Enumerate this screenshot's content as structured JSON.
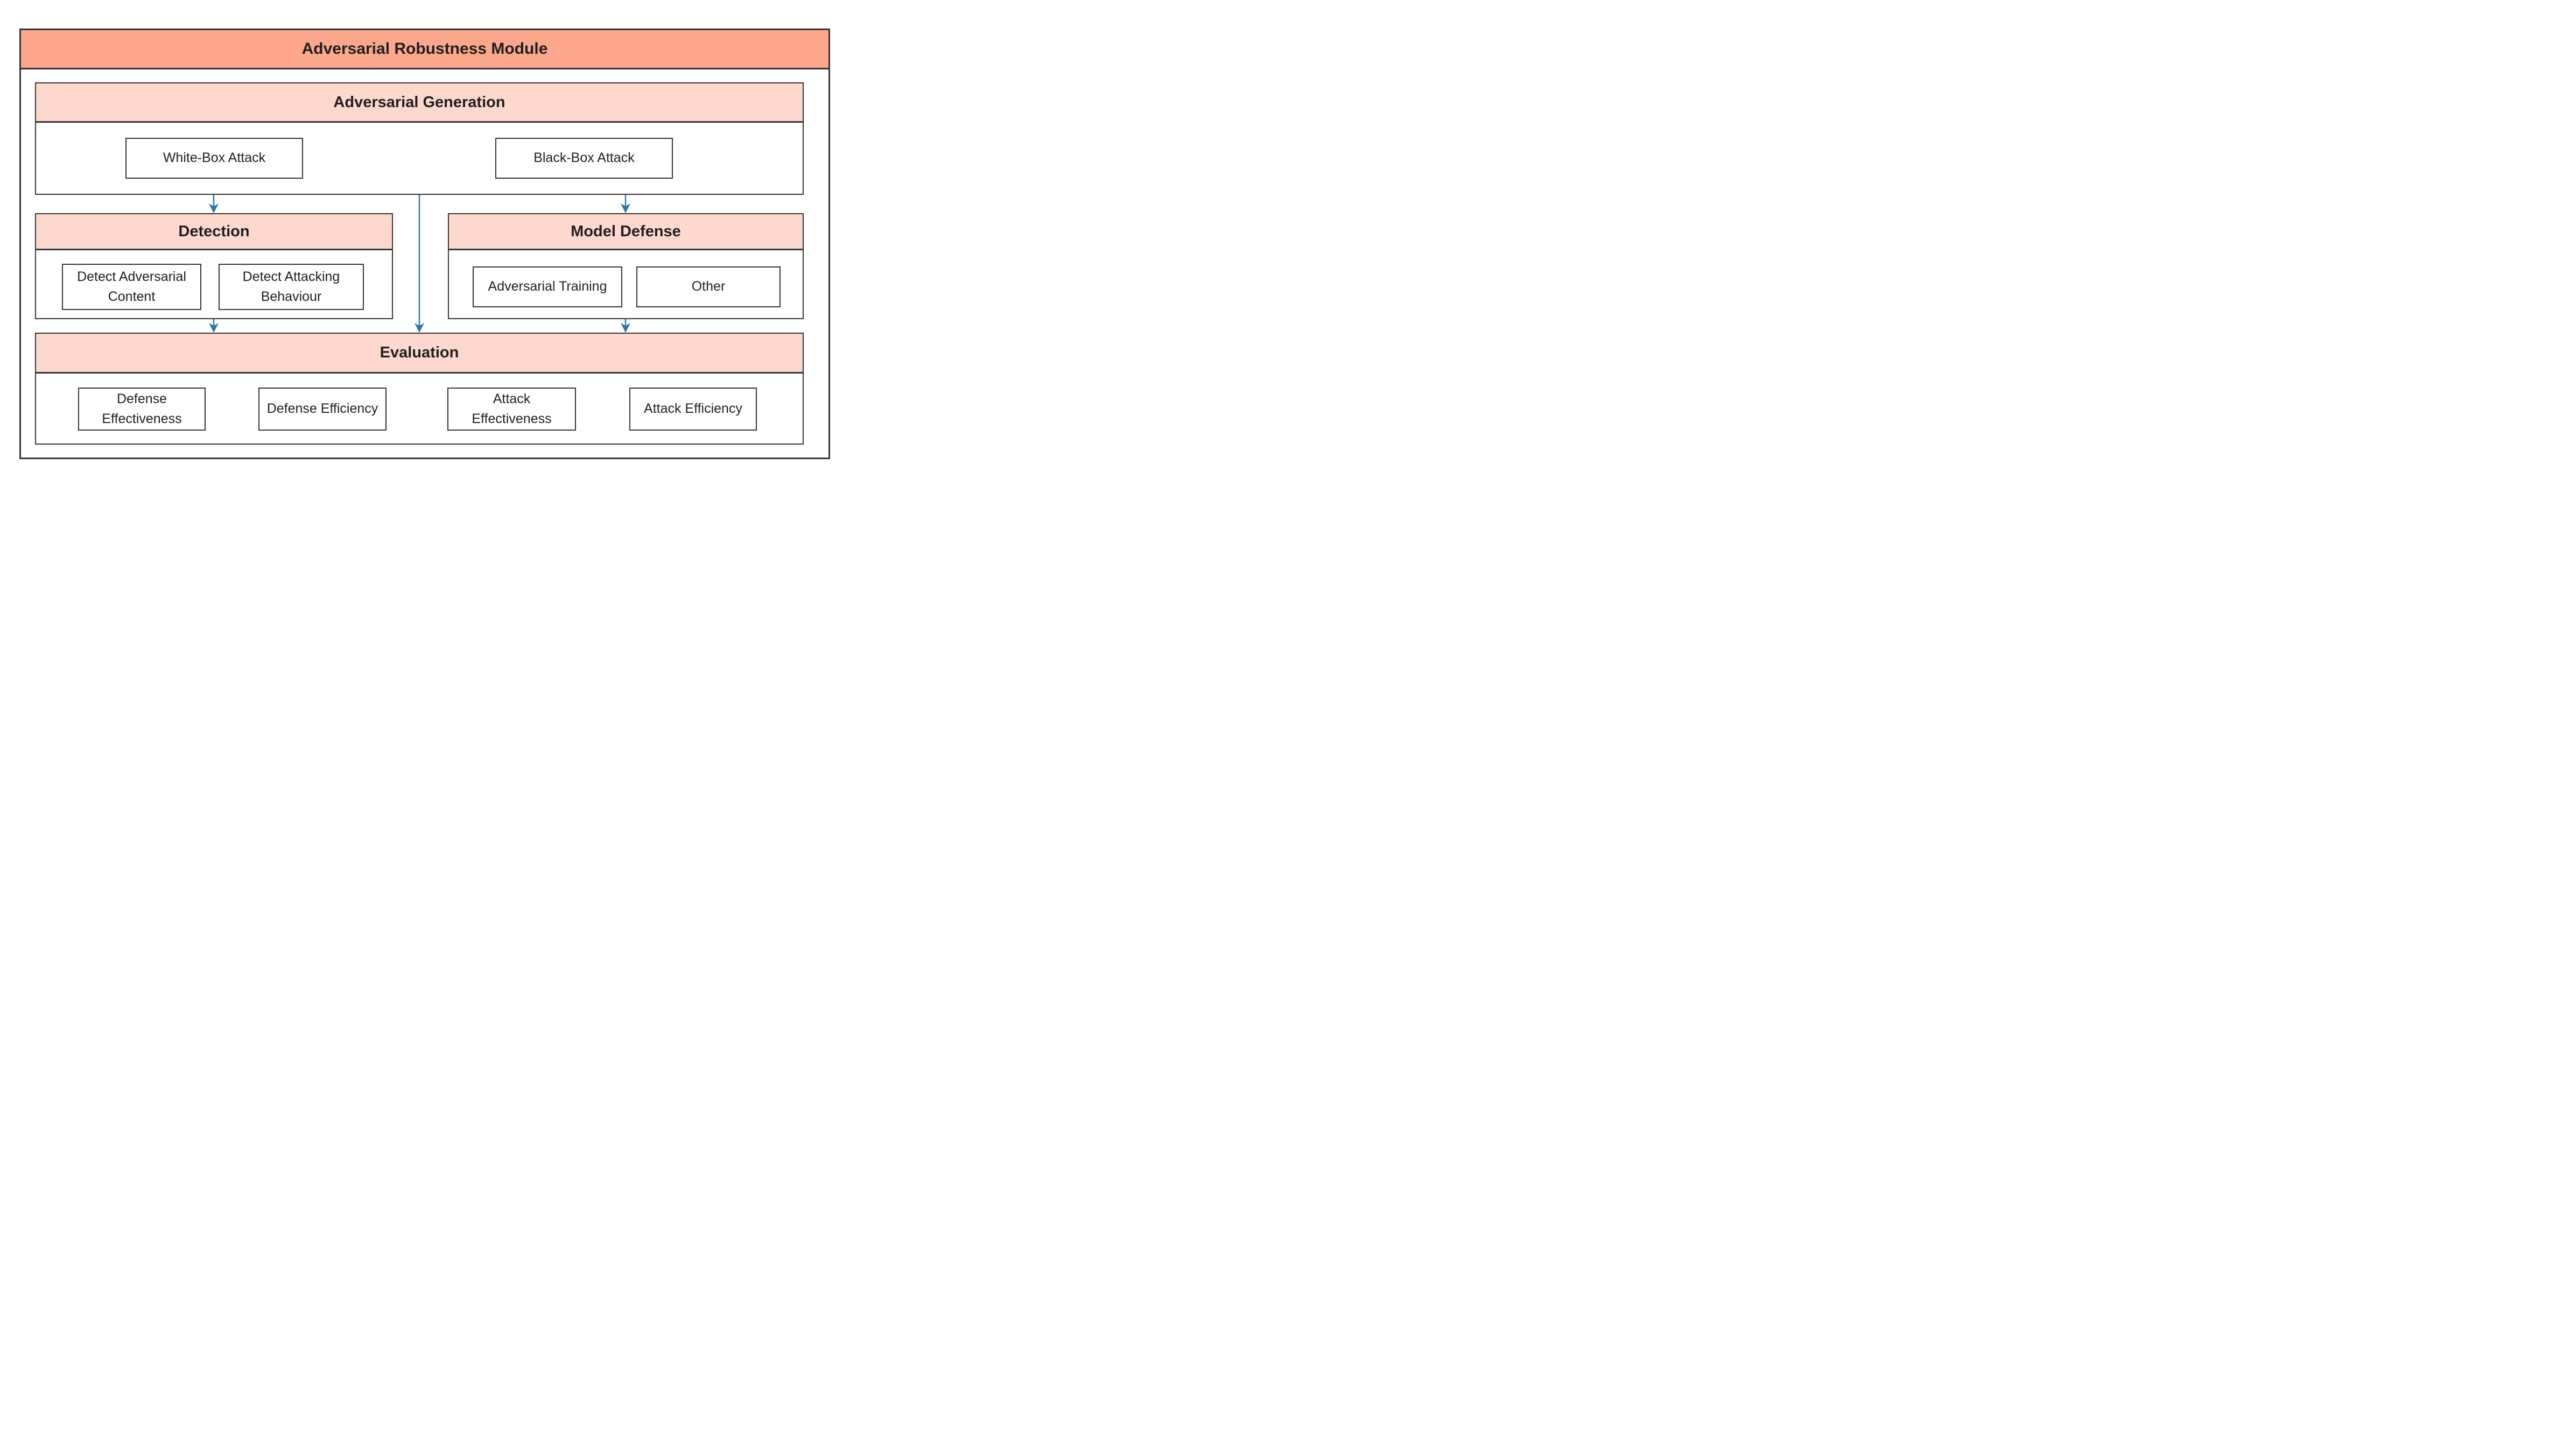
{
  "diagram": {
    "title": "Adversarial Robustness Module",
    "sections": {
      "generation": {
        "title": "Adversarial Generation",
        "items": [
          "White-Box Attack",
          "Black-Box Attack"
        ]
      },
      "detection": {
        "title": "Detection",
        "items": [
          "Detect Adversarial Content",
          "Detect Attacking Behaviour"
        ]
      },
      "defense": {
        "title": "Model Defense",
        "items": [
          "Adversarial Training",
          "Other"
        ]
      },
      "evaluation": {
        "title": "Evaluation",
        "items": [
          "Defense Effectiveness",
          "Defense Efficiency",
          "Attack Effectiveness",
          "Attack Efficiency"
        ]
      }
    },
    "arrows": [
      {
        "name": "generation-to-detection"
      },
      {
        "name": "generation-to-defense"
      },
      {
        "name": "generation-to-evaluation"
      },
      {
        "name": "detection-to-evaluation"
      },
      {
        "name": "defense-to-evaluation"
      }
    ],
    "colors": {
      "title_bg": "#FCA78C",
      "header_bg": "#FDD9CD",
      "border": "#383334",
      "arrow": "#2D74A7",
      "text": "#1F1F1F",
      "box_bg": "#FFFFFF"
    }
  }
}
